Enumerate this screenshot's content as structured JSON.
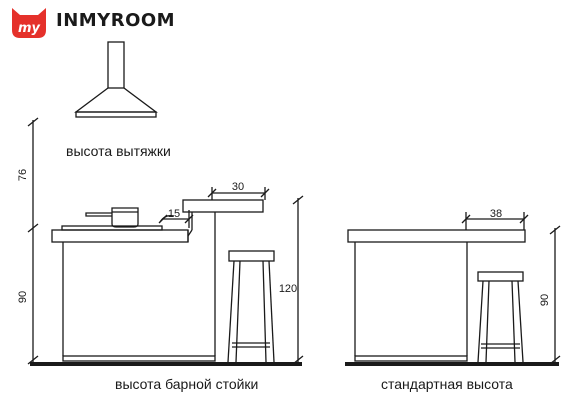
{
  "brand": {
    "badge_text": "my",
    "name": "INMYROOM",
    "badge_color": "#e5312b"
  },
  "labels": {
    "hood_height": "высота вытяжки",
    "bar_height": "высота барной стойки",
    "standard_height": "стандартная высота"
  },
  "dimensions": {
    "hood_clearance": "76",
    "counter_height_left": "90",
    "bar_counter_width": "30",
    "step_offset": "15",
    "bar_total_height": "120",
    "counter_overhang": "38",
    "counter_height_right": "90"
  }
}
